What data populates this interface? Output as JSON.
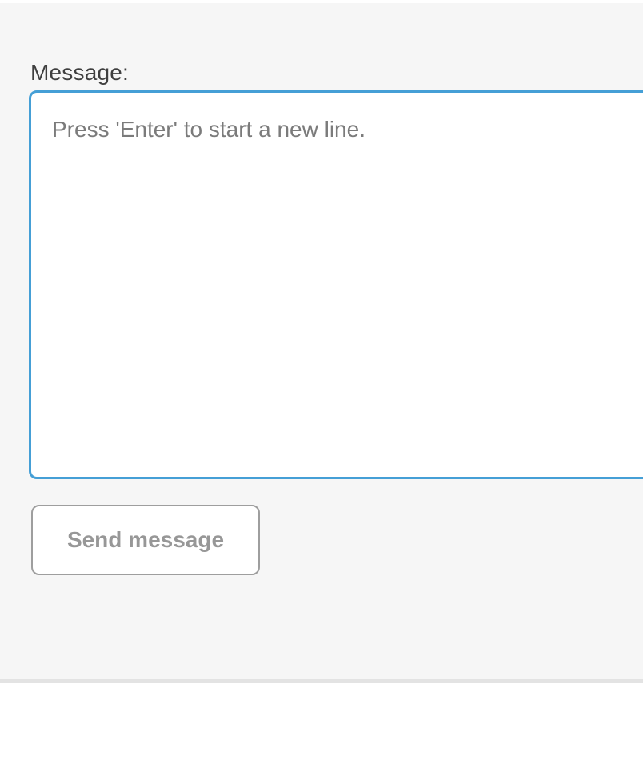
{
  "form": {
    "message_label": "Message:",
    "textarea": {
      "value": "",
      "placeholder": "Press 'Enter' to start a new line."
    },
    "send_button_label": "Send message"
  },
  "colors": {
    "panel_background": "#f6f6f6",
    "textarea_focus_border": "#459fd6",
    "label_text": "#3f3f3f",
    "placeholder_text": "#7b7b7b",
    "button_text": "#979797",
    "button_border": "#9e9e9e",
    "divider": "#e3e3e3",
    "footer_background": "#ffffff"
  }
}
